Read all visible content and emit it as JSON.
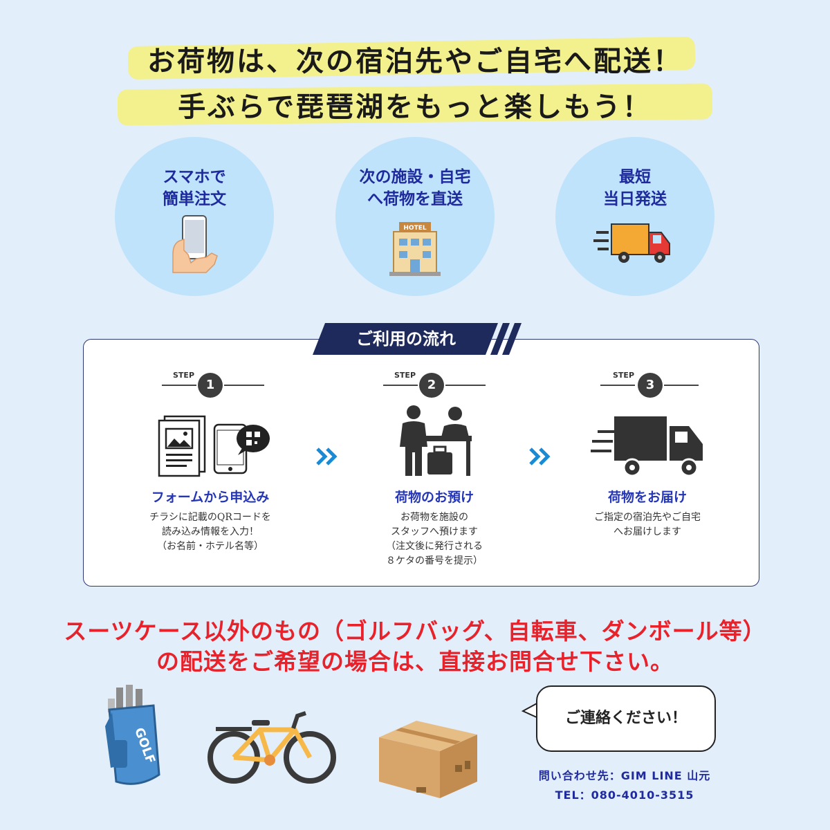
{
  "headline": {
    "line1": "お荷物は、次の宿泊先やご自宅へ配送！",
    "line2": "手ぶらで琵琶湖をもっと楽しもう！"
  },
  "features": [
    {
      "label": "スマホで\n簡単注文",
      "icon": "smartphone-hand-icon"
    },
    {
      "label": "次の施設・自宅\nへ荷物を直送",
      "icon": "hotel-icon"
    },
    {
      "label": "最短\n当日発送",
      "icon": "delivery-truck-icon"
    }
  ],
  "flow": {
    "title": "ご利用の流れ",
    "step_word": "STEP",
    "steps": [
      {
        "number": "1",
        "title": "フォームから申込み",
        "description": "チラシに記載のQRコードを\n読み込み情報を入力！\n（お名前・ホテル名等）",
        "icon": "form-qr-icon"
      },
      {
        "number": "2",
        "title": "荷物のお預け",
        "description": "お荷物を施設の\nスタッフへ預けます\n（注文後に発行される\n８ケタの番号を提示）",
        "icon": "reception-icon"
      },
      {
        "number": "3",
        "title": "荷物をお届け",
        "description": "ご指定の宿泊先やご自宅\nへお届けします",
        "icon": "truck-icon"
      }
    ]
  },
  "notice": {
    "line1": "スーツケース以外のもの（ゴルフバッグ、自転車、ダンボール等）",
    "line2": "の配送をご希望の場合は、直接お問合せ下さい。"
  },
  "items": {
    "golf_label": "GOLF",
    "icons": [
      "golf-bag-icon",
      "bicycle-icon",
      "cardboard-box-icon"
    ]
  },
  "contact": {
    "bubble": "ご連絡ください！",
    "inquiry": "問い合わせ先：GIM LINE 山元",
    "tel": "TEL：080-4010-3515"
  },
  "colors": {
    "background": "#e3eefb",
    "navy": "#1f2a9c",
    "warning": "#e8222b",
    "circle": "#bfe3fb",
    "highlight": "#f6f07a"
  }
}
